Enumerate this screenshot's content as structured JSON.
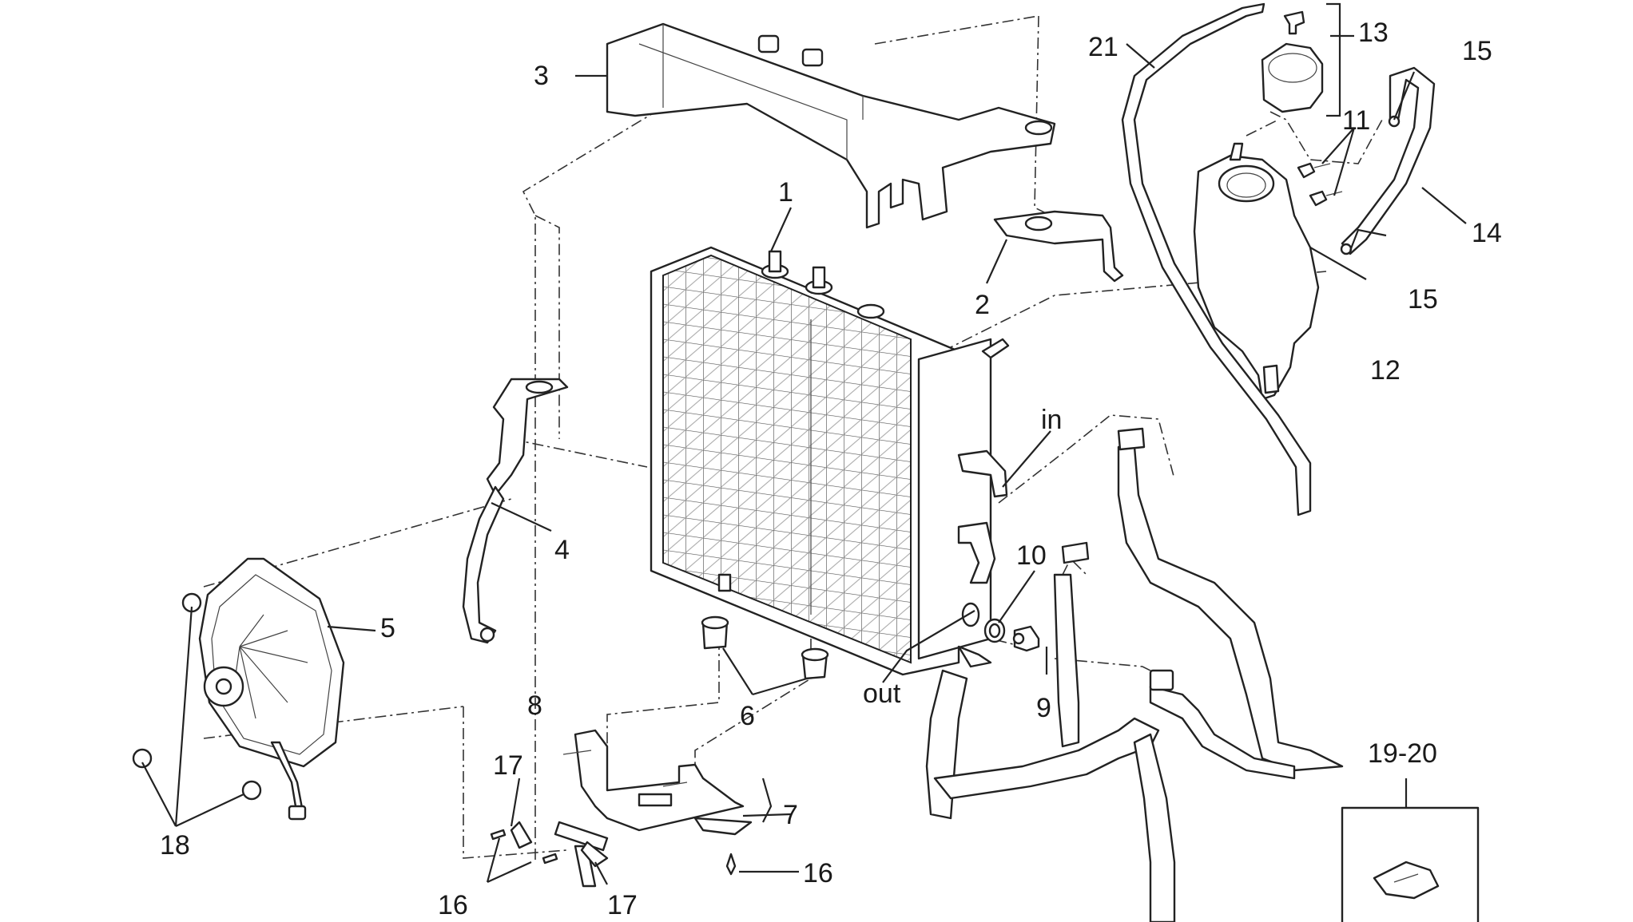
{
  "diagram": {
    "labels": {
      "p1": "1",
      "p2": "2",
      "p3": "3",
      "p4": "4",
      "p5": "5",
      "p6": "6",
      "p7": "7",
      "p8": "8",
      "p9": "9",
      "p10": "10",
      "p11": "11",
      "p12": "12",
      "p13": "13",
      "p14": "14",
      "p15a": "15",
      "p15b": "15",
      "p16a": "16",
      "p16b": "16",
      "p17a": "17",
      "p17b": "17",
      "p18": "18",
      "p1920": "19-20",
      "p21": "21",
      "in": "in",
      "out": "out"
    }
  }
}
